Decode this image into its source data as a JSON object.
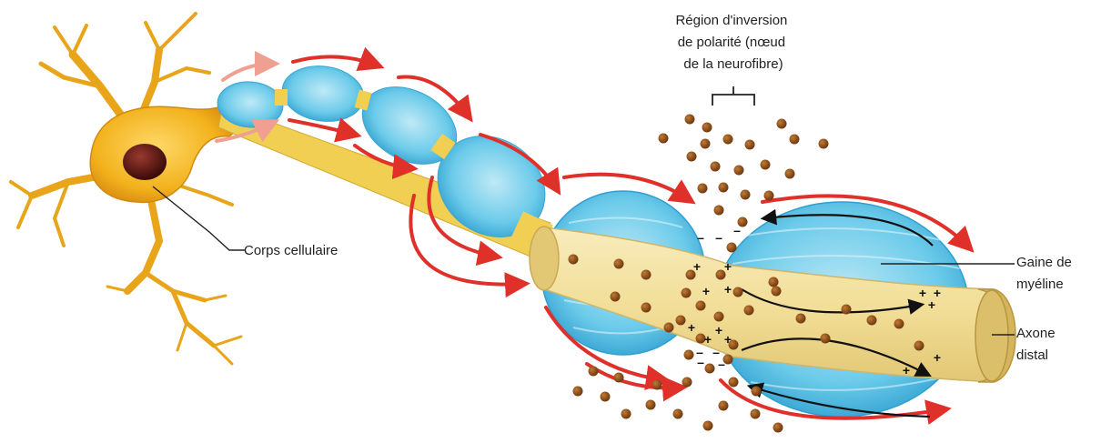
{
  "labels": {
    "node_region": [
      "Région d'inversion",
      "de polarité (nœud",
      "de la neurofibre)"
    ],
    "cell_body": "Corps cellulaire",
    "myelin_sheath": [
      "Gaine de",
      "myéline"
    ],
    "distal_axon": [
      "Axone",
      "distal"
    ]
  },
  "symbols": {
    "plus": "+",
    "minus": "–"
  },
  "colors": {
    "neuron": "#f2b21c",
    "nucleus": "#5a1410",
    "myelin": "#5cc0e6",
    "axon": "#f4e4a6",
    "ion": "#8a4a12",
    "current_arrow": "#e0302a",
    "internal_arrow": "#111111"
  }
}
